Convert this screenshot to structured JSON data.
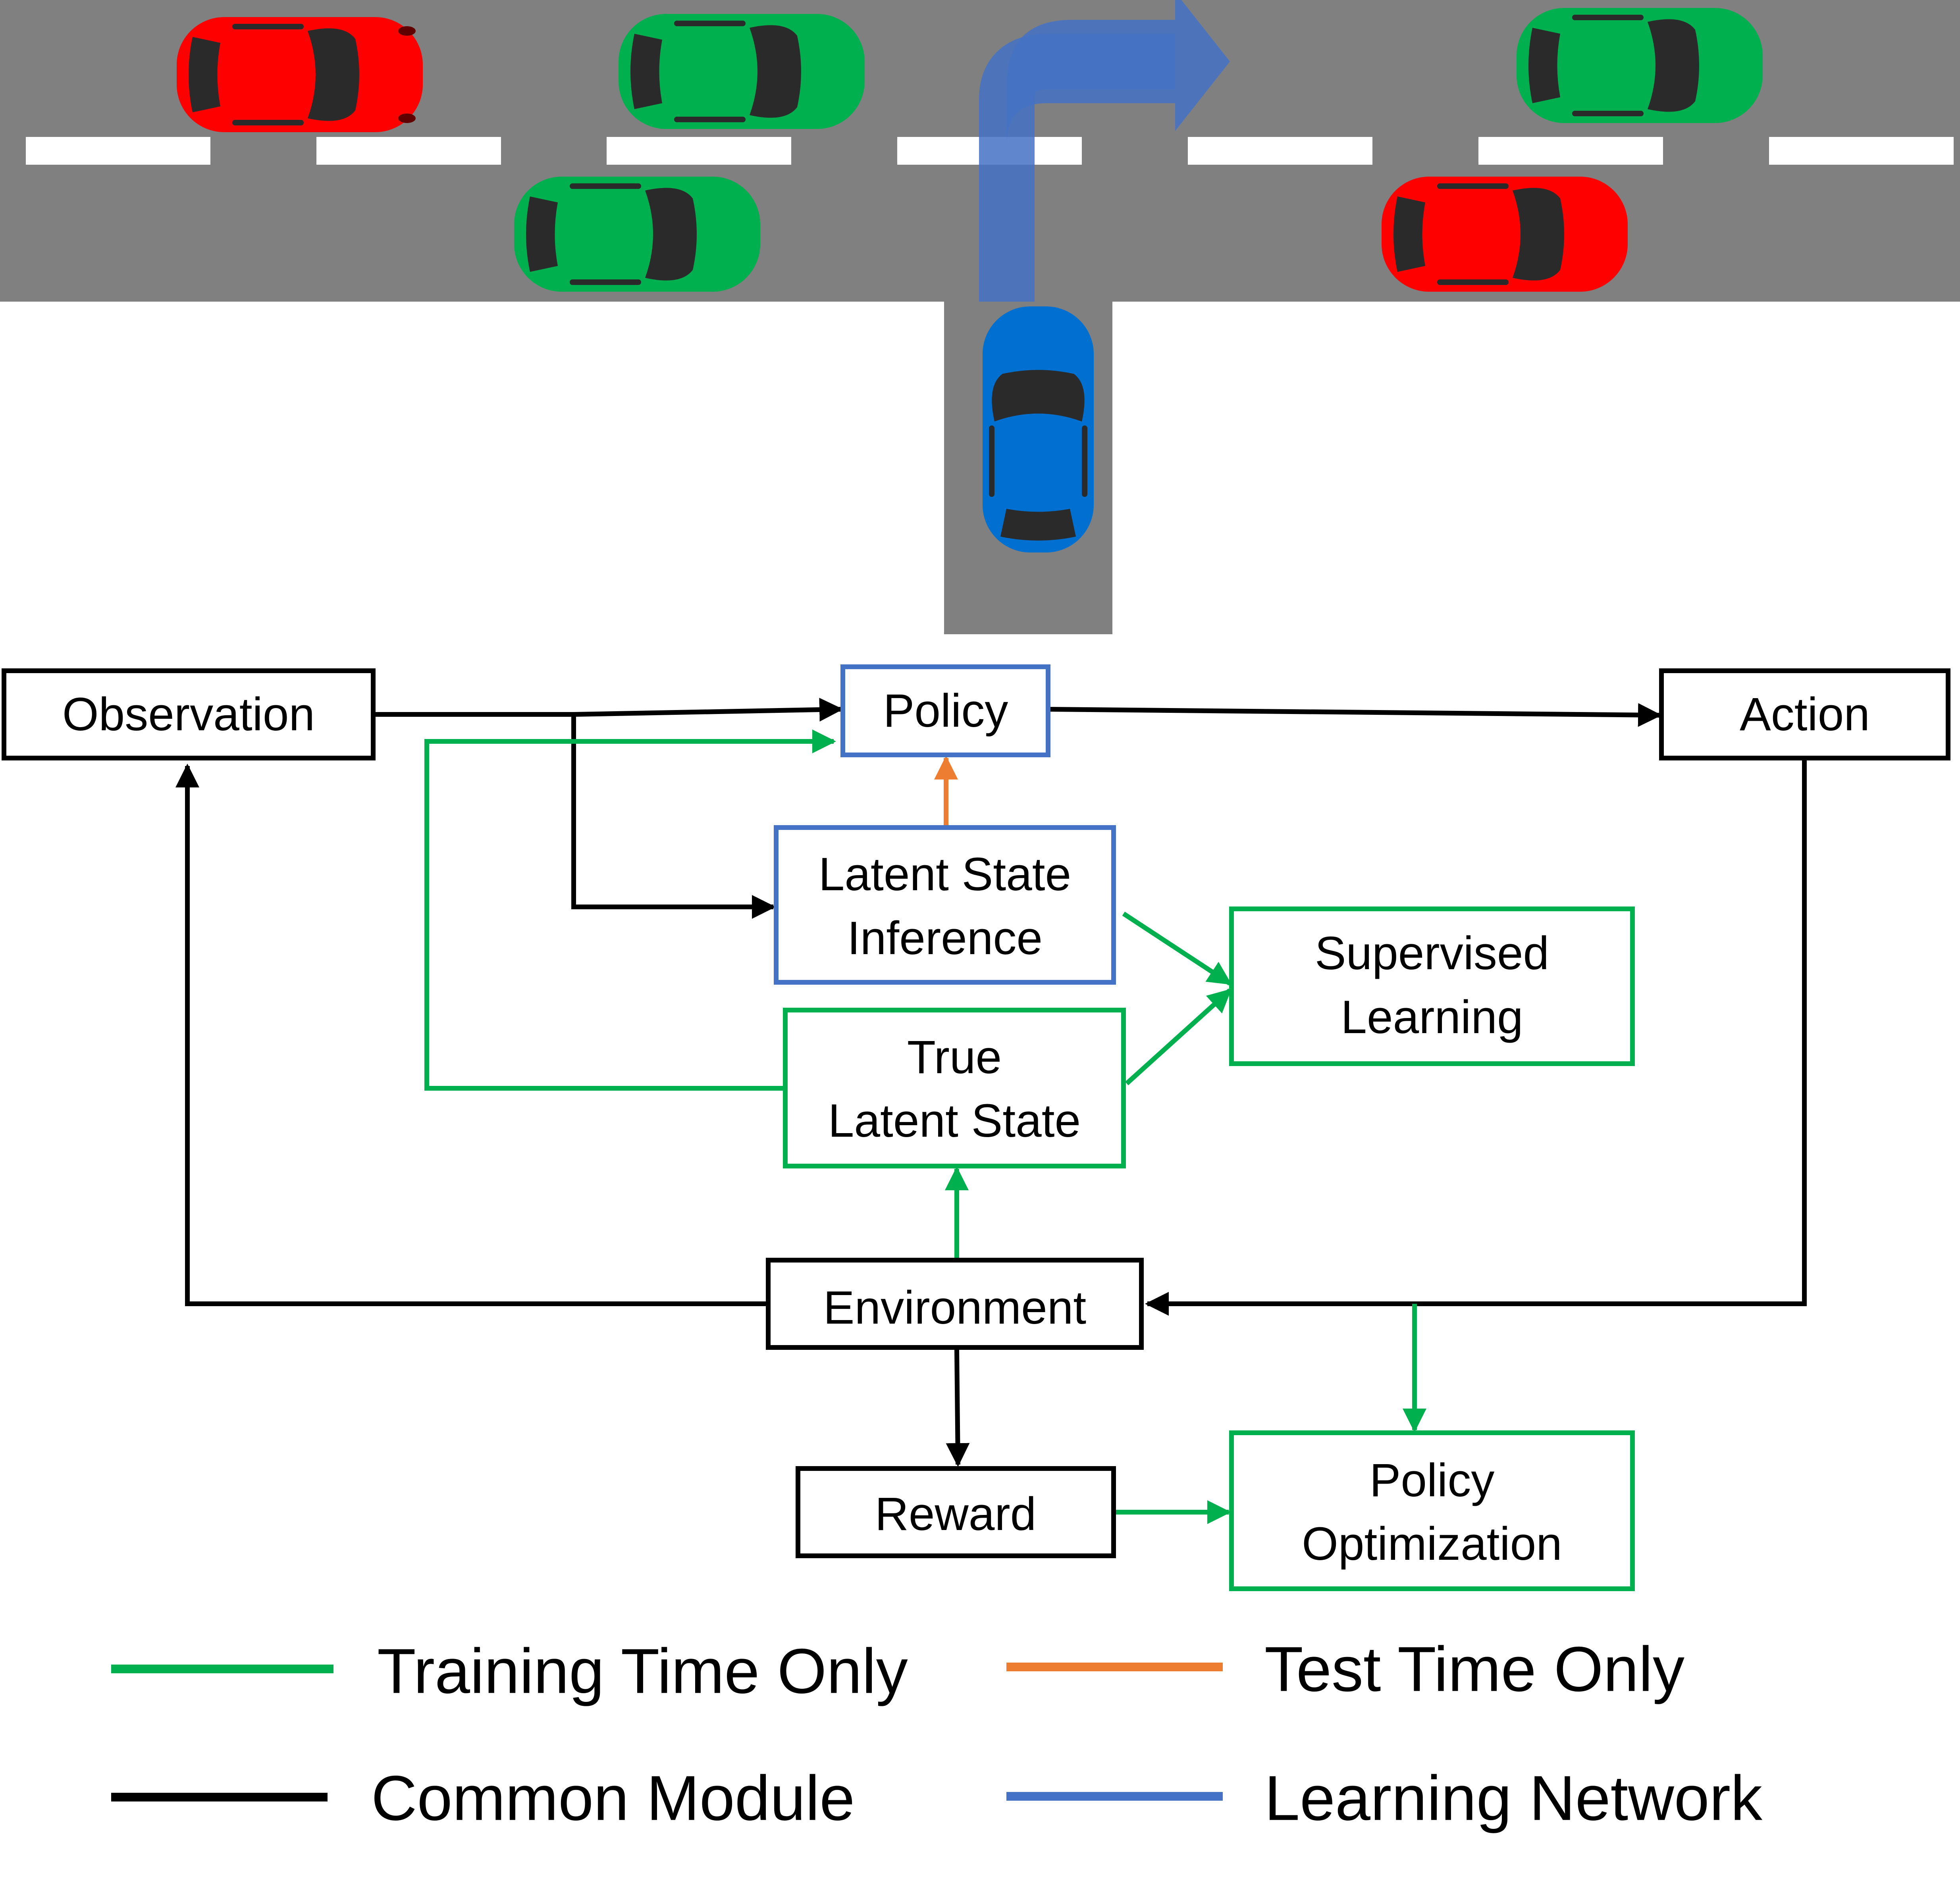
{
  "colors": {
    "road": "#808080",
    "lane_marking": "#ffffff",
    "red_car": "#ff0000",
    "green_car": "#00b04f",
    "blue_car": "#0070d0",
    "route_arrow": "#4472c4",
    "common": "#000000",
    "training": "#00b04f",
    "test": "#ed7d31",
    "learning": "#4472c4",
    "car_window": "#2a2a2a"
  },
  "scene": {
    "cars": [
      {
        "name": "red-car-1",
        "color": "red_car",
        "dir": "right"
      },
      {
        "name": "green-car-1",
        "color": "green_car",
        "dir": "right"
      },
      {
        "name": "green-car-2",
        "color": "green_car",
        "dir": "right"
      },
      {
        "name": "green-car-3",
        "color": "green_car",
        "dir": "right"
      },
      {
        "name": "red-car-2",
        "color": "red_car",
        "dir": "right"
      },
      {
        "name": "ego-car",
        "color": "blue_car",
        "dir": "up"
      }
    ]
  },
  "boxes": {
    "observation": {
      "label": "Observation",
      "border": "common"
    },
    "policy": {
      "label": "Policy",
      "border": "learning"
    },
    "action": {
      "label": "Action",
      "border": "common"
    },
    "latent_inference": {
      "label_line1": "Latent State",
      "label_line2": "Inference",
      "border": "learning"
    },
    "supervised": {
      "label_line1": "Supervised",
      "label_line2": "Learning",
      "border": "training"
    },
    "true_latent": {
      "label_line1": "True",
      "label_line2": "Latent State",
      "border": "training"
    },
    "environment": {
      "label": "Environment",
      "border": "common"
    },
    "reward": {
      "label": "Reward",
      "border": "common"
    },
    "policy_opt": {
      "label_line1": "Policy",
      "label_line2": "Optimization",
      "border": "training"
    }
  },
  "legend": [
    {
      "label": "Training Time Only",
      "color": "training"
    },
    {
      "label": "Test Time Only",
      "color": "test"
    },
    {
      "label": "Common Module",
      "color": "common"
    },
    {
      "label": "Learning Network",
      "color": "learning"
    }
  ]
}
